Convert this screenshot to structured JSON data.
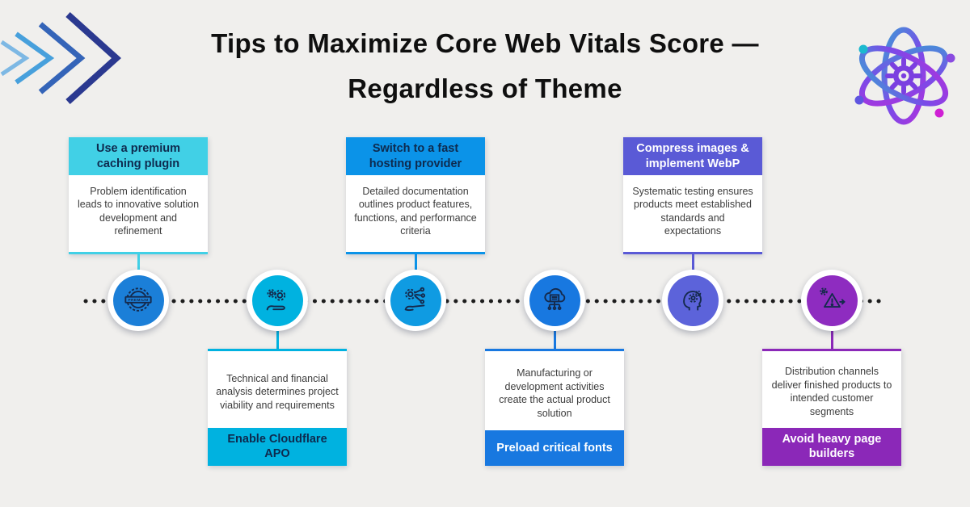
{
  "header": {
    "title_line1": "Tips to Maximize Core Web Vitals Score —",
    "title_line2": "Regardless of Theme",
    "left_decoration": "triple-chevron-arrows",
    "right_decoration": "atom-gear-logo"
  },
  "timeline": {
    "style": "dotted-line",
    "dot_color": "#1d1d1d"
  },
  "steps": [
    {
      "position": "top",
      "label": "Use a premium caching plugin",
      "description": "Problem identification leads to innovative solution development and refinement",
      "icon": "premium-badge-icon",
      "accent_color": "#41d0e6",
      "label_text_color": "#0e2a4e",
      "circle_color": "#1b7fd8"
    },
    {
      "position": "bottom",
      "label": "Enable Cloudflare APO",
      "description": "Technical and financial analysis determines project viability and requirements",
      "icon": "gears-in-hand-icon",
      "accent_color": "#00b2e0",
      "label_text_color": "#0e2a4e",
      "circle_color": "#00b2e0"
    },
    {
      "position": "top",
      "label": "Switch to a fast hosting provider",
      "description": "Detailed documentation outlines product features, functions, and performance criteria",
      "icon": "share-gear-hand-icon",
      "accent_color": "#0b93e8",
      "label_text_color": "#0e2a4e",
      "circle_color": "#0f9be2"
    },
    {
      "position": "bottom",
      "label": "Preload critical fonts",
      "description": "Manufacturing or development activities create the actual product solution",
      "icon": "cloud-server-icon",
      "accent_color": "#1878e0",
      "label_text_color": "#ffffff",
      "circle_color": "#1878e0"
    },
    {
      "position": "top",
      "label": "Compress images & implement WebP",
      "description": "Systematic testing ensures products meet established standards and expectations",
      "icon": "mind-gears-icon",
      "accent_color": "#5a5ad6",
      "label_text_color": "#ffffff",
      "circle_color": "#5c63da"
    },
    {
      "position": "bottom",
      "label": "Avoid heavy page builders",
      "description": "Distribution channels deliver finished products to intended customer segments",
      "icon": "risk-avoid-icon",
      "accent_color": "#8b28b8",
      "label_text_color": "#ffffff",
      "circle_color": "#8e2cc0"
    }
  ]
}
